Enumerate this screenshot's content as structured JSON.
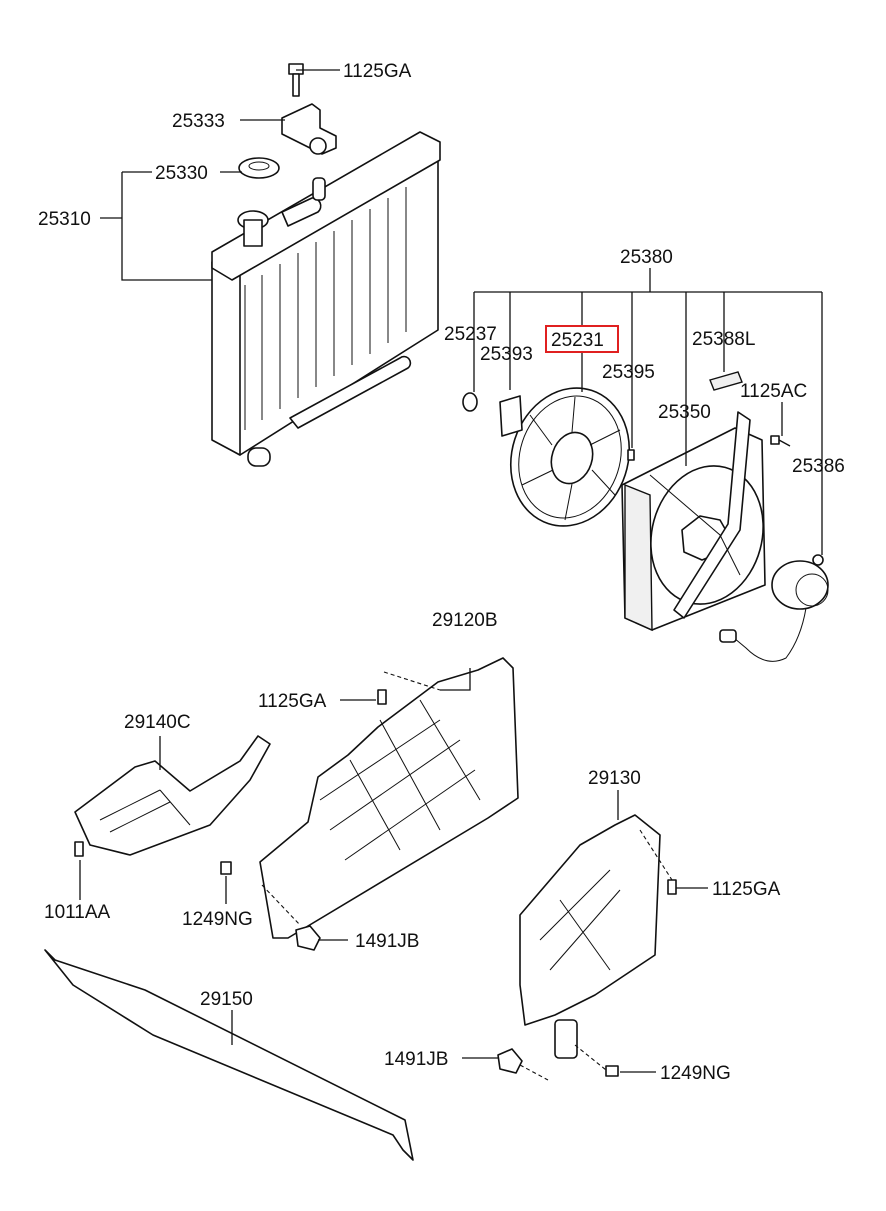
{
  "labels": {
    "p1125GA_top": "1125GA",
    "p25333": "25333",
    "p25330": "25330",
    "p25310": "25310",
    "p25380": "25380",
    "p25237": "25237",
    "p25231": "25231",
    "p25388L": "25388L",
    "p25393": "25393",
    "p25395": "25395",
    "p1125AC": "1125AC",
    "p25350": "25350",
    "p25386": "25386",
    "p29120B": "29120B",
    "p1125GA_mid": "1125GA",
    "p29140C": "29140C",
    "p1011AA": "1011AA",
    "p1249NG_left": "1249NG",
    "p1491JB_left": "1491JB",
    "p29130": "29130",
    "p1125GA_right": "1125GA",
    "p29150": "29150",
    "p1491JB_right": "1491JB",
    "p1249NG_right": "1249NG"
  },
  "highlight": {
    "part": "25231",
    "color": "#e02020"
  }
}
